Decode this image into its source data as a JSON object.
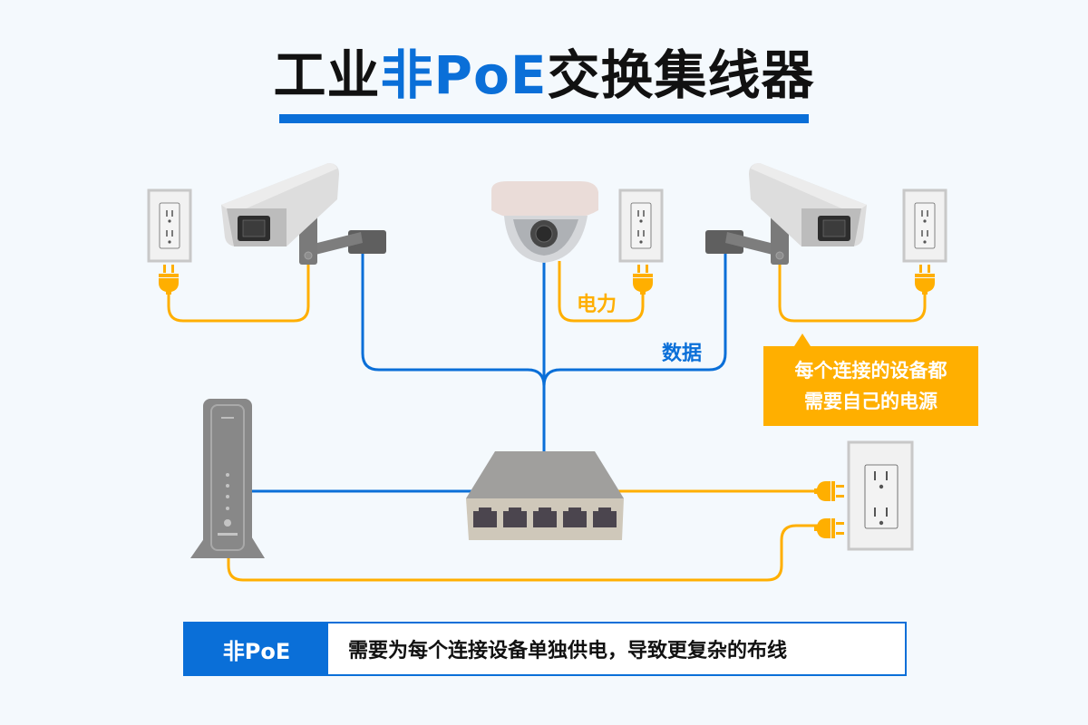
{
  "title": {
    "prefix": "工业",
    "accent": "非PoE",
    "suffix": "交换集线器"
  },
  "colors": {
    "accent_blue": "#0a6fd8",
    "power_orange": "#ffaf00",
    "background": "#f4f9fd"
  },
  "labels": {
    "power": "电力",
    "data": "数据"
  },
  "callout": {
    "line1": "每个连接的设备都",
    "line2": "需要自己的电源"
  },
  "legend": {
    "tag": "非PoE",
    "text": "需要为每个连接设备单独供电，导致更复杂的布线"
  },
  "devices": [
    {
      "name": "bullet-camera-left",
      "icon": "cctv-camera-icon"
    },
    {
      "name": "dome-camera",
      "icon": "dome-camera-icon"
    },
    {
      "name": "bullet-camera-right",
      "icon": "cctv-camera-icon"
    },
    {
      "name": "network-switch",
      "icon": "ethernet-switch-icon",
      "ports": 5
    },
    {
      "name": "router-tower",
      "icon": "router-icon"
    },
    {
      "name": "wall-outlet",
      "icon": "power-outlet-icon"
    }
  ]
}
